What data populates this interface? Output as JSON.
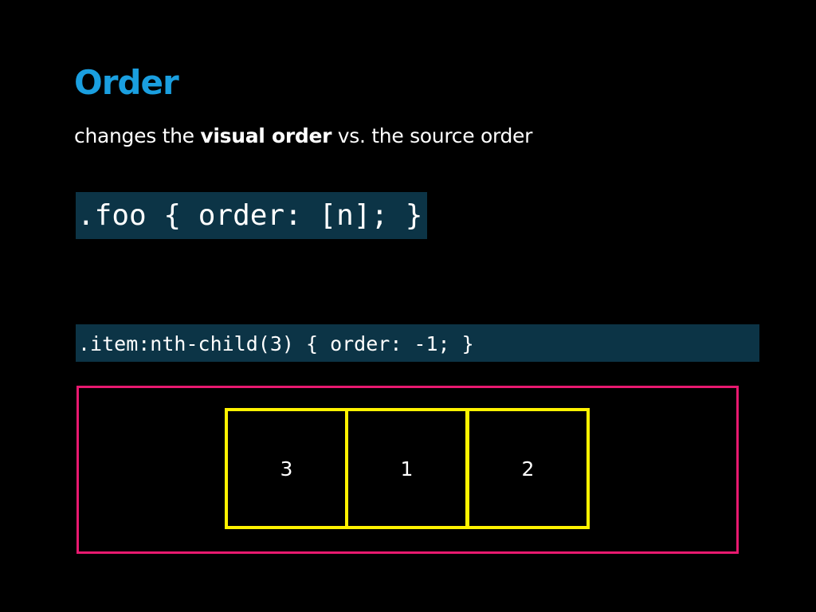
{
  "slide": {
    "title": "Order",
    "subtitle": {
      "before": "changes the ",
      "emphasis": "visual order",
      "after": " vs. the source order"
    },
    "code_main": ".foo { order: [n]; }",
    "code_rule": ".item:nth-child(3) { order: -1; }",
    "items": [
      "3",
      "1",
      "2"
    ]
  },
  "colors": {
    "background": "#000000",
    "title": "#1a9fe0",
    "code_background": "#0c3446",
    "container_border": "#e8196f",
    "item_border": "#fff200",
    "text": "#ffffff"
  }
}
